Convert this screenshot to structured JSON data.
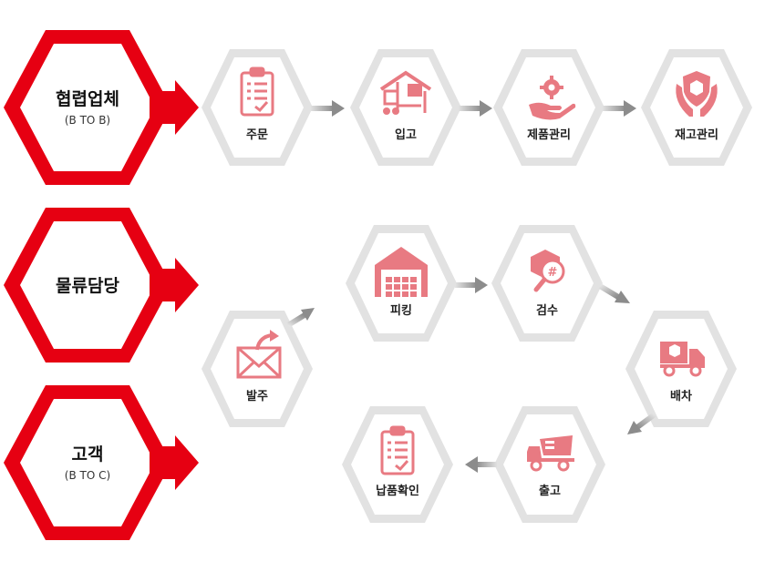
{
  "actors": [
    {
      "id": "partner",
      "name": "협렵업체",
      "sub": "(B TO B)"
    },
    {
      "id": "logistics",
      "name": "물류담당",
      "sub": ""
    },
    {
      "id": "customer",
      "name": "고객",
      "sub": "(B TO C)"
    }
  ],
  "steps": [
    {
      "id": "order",
      "label": "주문",
      "icon": "clipboard-icon"
    },
    {
      "id": "inbound",
      "label": "입고",
      "icon": "forklift-warehouse-icon"
    },
    {
      "id": "product",
      "label": "제품관리",
      "icon": "hand-gear-icon"
    },
    {
      "id": "inventory",
      "label": "재고관리",
      "icon": "hands-shield-icon"
    },
    {
      "id": "purchase",
      "label": "발주",
      "icon": "envelope-icon"
    },
    {
      "id": "picking",
      "label": "피킹",
      "icon": "warehouse-icon"
    },
    {
      "id": "inspection",
      "label": "검수",
      "icon": "magnifier-box-icon"
    },
    {
      "id": "dispatch",
      "label": "배차",
      "icon": "truck-icon"
    },
    {
      "id": "shipping",
      "label": "출고",
      "icon": "dump-truck-icon"
    },
    {
      "id": "delivery",
      "label": "납품확인",
      "icon": "clipboard-check-icon"
    }
  ],
  "colors": {
    "actor": "#e60012",
    "step_ring": "#e2e2e2",
    "icon": "#e87a82",
    "arrow": "#9a9a9a"
  }
}
